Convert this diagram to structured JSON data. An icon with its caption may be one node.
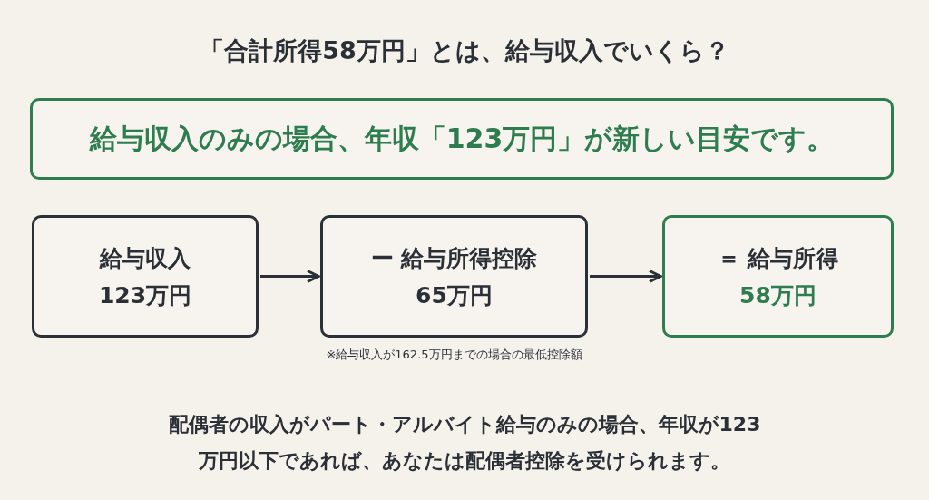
{
  "diagram": {
    "title": "「合計所得58万円」とは、給与収入でいくら？",
    "nodes": [
      {
        "text": [
          "給与収入のみの場合、年収「123万円」が新しい目安です。"
        ]
      },
      {
        "text": [
          "給与収入",
          "123万円"
        ]
      },
      {
        "text": [
          "ー 給与所得控除",
          "65万円"
        ],
        "beside": [
          "※給与収入が162.5万円までの場合の最低控除額"
        ]
      },
      {
        "text": [
          "＝ 給与所得",
          "58万円"
        ]
      }
    ],
    "edges": [
      {
        "from": 1,
        "to": 2,
        "arrow": "to"
      },
      {
        "from": 2,
        "to": 3,
        "arrow": "to"
      }
    ],
    "labels": [
      "配偶者の収入がパート・アルバイト給与のみの場合、年収が123万円以下であれば、あなたは配偶者控除を受けられます。"
    ]
  }
}
